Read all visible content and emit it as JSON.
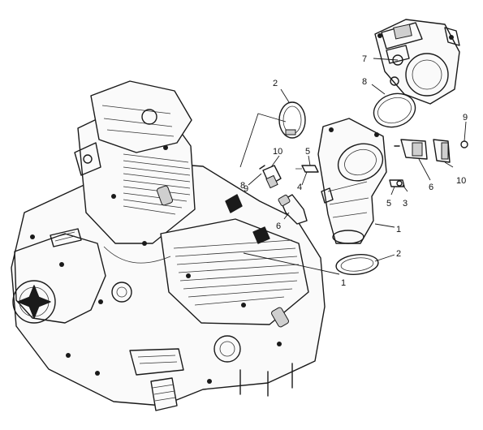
{
  "callouts": {
    "c1a": "1",
    "c1b": "1",
    "c2a": "2",
    "c2b": "2",
    "c3": "3",
    "c4": "4",
    "c5a": "5",
    "c5b": "5",
    "c6a": "6",
    "c6b": "6",
    "c7": "7",
    "c8a": "8",
    "c8b": "8",
    "c9a": "9",
    "c9b": "9",
    "c10a": "10",
    "c10b": "10"
  }
}
